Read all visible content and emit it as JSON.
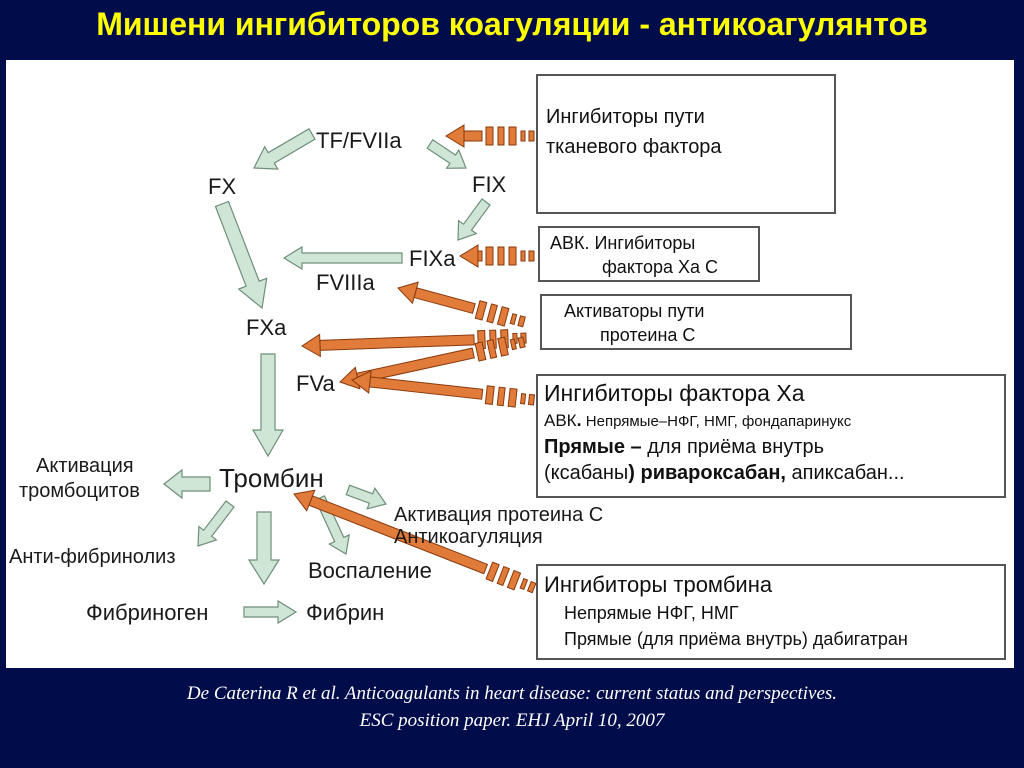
{
  "title": "Мишени ингибиторов коагуляции - антикоагулянтов",
  "nodes": {
    "tf_fviia": "TF/FVIIa",
    "fx": "FX",
    "fix": "FIX",
    "fixa": "FIXa",
    "fviiia": "FVIIIa",
    "fxa": "FXa",
    "fva": "FVa",
    "thrombin": "Тромбин",
    "fibrinogen": "Фибриноген",
    "fibrin": "Фибрин",
    "inflammation": "Воспаление",
    "platelet_line1": "Активация",
    "platelet_line2": "тромбоцитов",
    "antifibrinolysis": "Анти-фибринолиз",
    "protein_c_line1": "Активация протеина С",
    "protein_c_line2": "Антикоагуляция"
  },
  "boxes": {
    "tf_inhibitors": {
      "line1": "Ингибиторы пути",
      "line2": "тканевого фактора"
    },
    "fixa_inhibitors": {
      "line1": "АВК. Ингибиторы",
      "line2": "фактора Ха С"
    },
    "protein_c": {
      "line1": "Активаторы пути",
      "line2": "протеина С"
    },
    "fxa_inhibitors": {
      "heading": "Ингибиторы фактора Ха",
      "avk_prefix": "АВК",
      "avk_dot": ".",
      "avk_rest": " Непрямые–НФГ, НМГ, фондапаринукс",
      "direct_bold": "Прямые –",
      "direct_rest": " для приёма внутрь",
      "xaban_open": "(ксабаны",
      "xaban_bold": ") ривароксабан,",
      "xaban_rest": " апиксабан..."
    },
    "thrombin_inhibitors": {
      "heading": "Ингибиторы тромбина",
      "line1": "Непрямые НФГ, НМГ",
      "line2": "Прямые (для приёма внутрь) дабигатран"
    }
  },
  "citation": {
    "line1": "De Caterina R et al. Anticoagulants in heart disease: current status and perspectives.",
    "line2": "ESC position paper. EHJ April 10, 2007"
  },
  "colors": {
    "background": "#000d4a",
    "title": "#ffff00",
    "pathway_arrow_fill": "#cfe6d6",
    "pathway_arrow_stroke": "#6f8f7a",
    "inhibitor_arrow_fill": "#e07b39",
    "inhibitor_arrow_stroke": "#8a3a0e"
  },
  "icons": {
    "pathway": "block-arrow-icon",
    "inhibition": "broken-arrow-icon"
  }
}
